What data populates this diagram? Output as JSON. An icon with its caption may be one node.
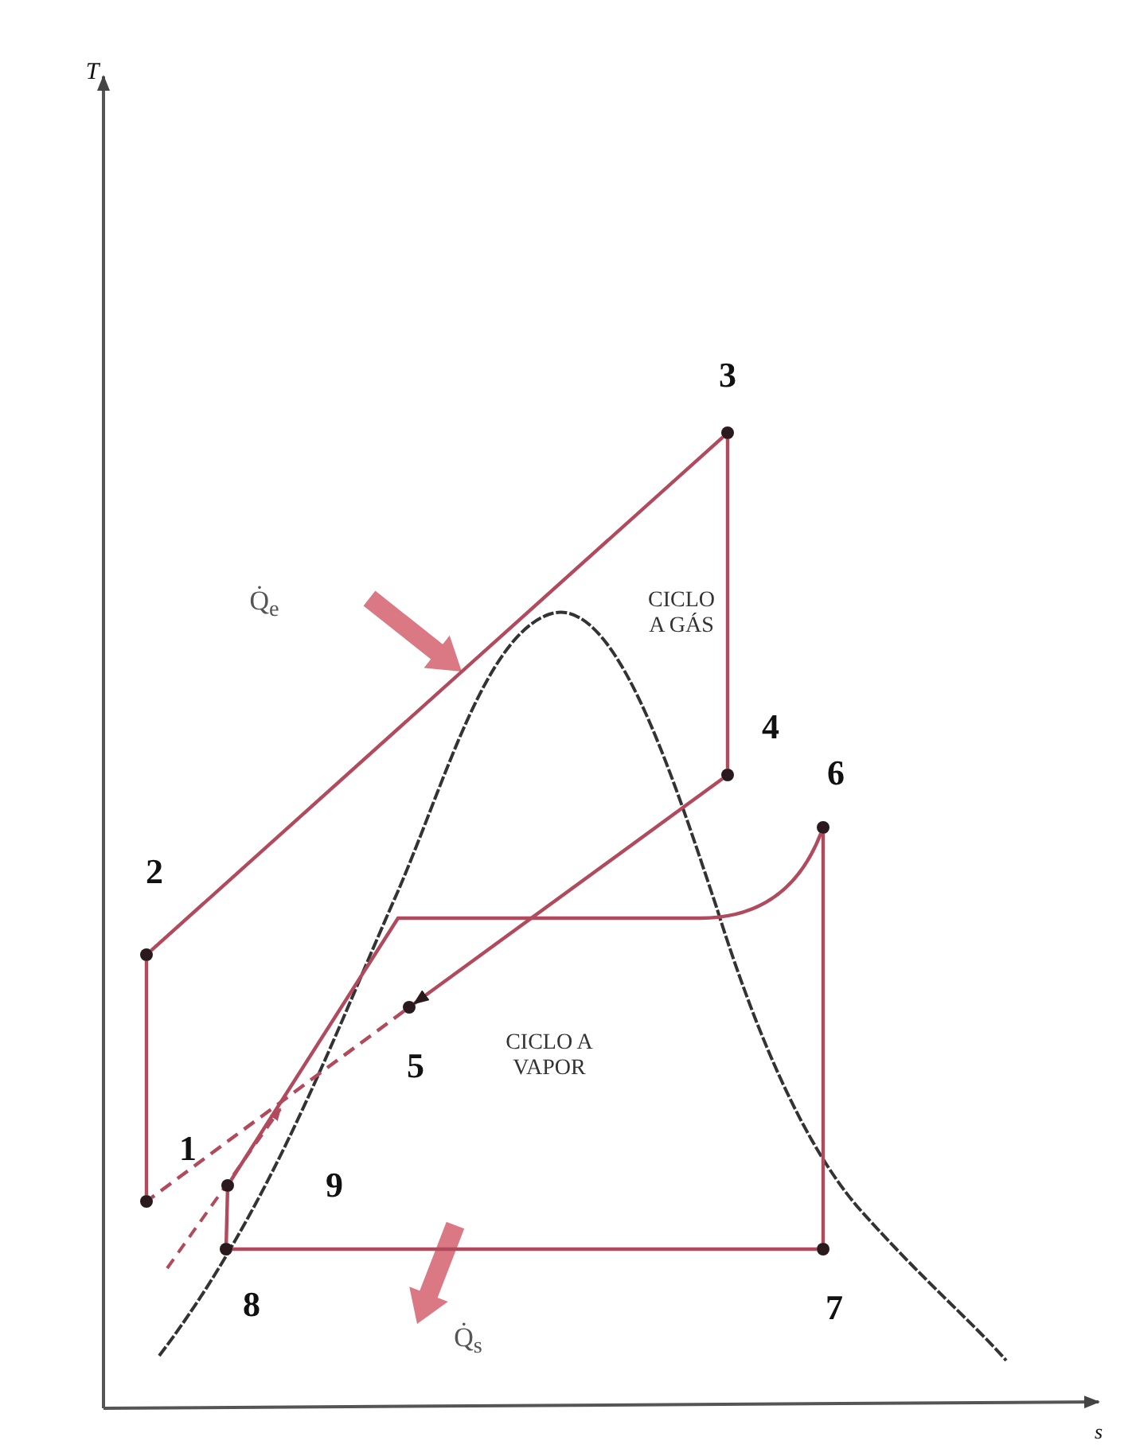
{
  "diagram": {
    "nodes": [
      {
        "text": [],
        "shape": "circle",
        "beside": [
          "1"
        ]
      },
      {
        "text": [],
        "shape": "circle",
        "beside": [
          "2"
        ]
      },
      {
        "text": [],
        "shape": "circle",
        "beside": [
          "3"
        ]
      },
      {
        "text": [],
        "shape": "circle",
        "beside": [
          "4"
        ]
      },
      {
        "text": [],
        "shape": "circle",
        "beside": [
          "5"
        ]
      },
      {
        "text": [],
        "shape": "circle",
        "beside": [
          "6"
        ]
      },
      {
        "text": [],
        "shape": "circle",
        "beside": [
          "7"
        ]
      },
      {
        "text": [],
        "shape": "circle",
        "beside": [
          "8"
        ]
      },
      {
        "text": [],
        "shape": "circle",
        "beside": [
          "9"
        ]
      }
    ],
    "edges": [
      {
        "from": 0,
        "to": 1,
        "arrow": "none"
      },
      {
        "from": 1,
        "to": 2,
        "arrow": "none"
      },
      {
        "from": 2,
        "to": 3,
        "arrow": "none"
      },
      {
        "from": 3,
        "to": 4,
        "arrow": "to"
      },
      {
        "from": 4,
        "to": 0,
        "arrow": "none",
        "style": "dashed"
      },
      {
        "from": 8,
        "to": 5,
        "arrow": "none"
      },
      {
        "from": 5,
        "to": 6,
        "arrow": "none"
      },
      {
        "from": 6,
        "to": 7,
        "arrow": "none"
      },
      {
        "from": 7,
        "to": 8,
        "arrow": "none"
      }
    ],
    "labels": [
      "T",
      "CICLO A GÁS",
      "Q̇$_{e}$",
      "CICLO A VAPOR",
      "Q̇$_{s}$",
      "s"
    ]
  }
}
